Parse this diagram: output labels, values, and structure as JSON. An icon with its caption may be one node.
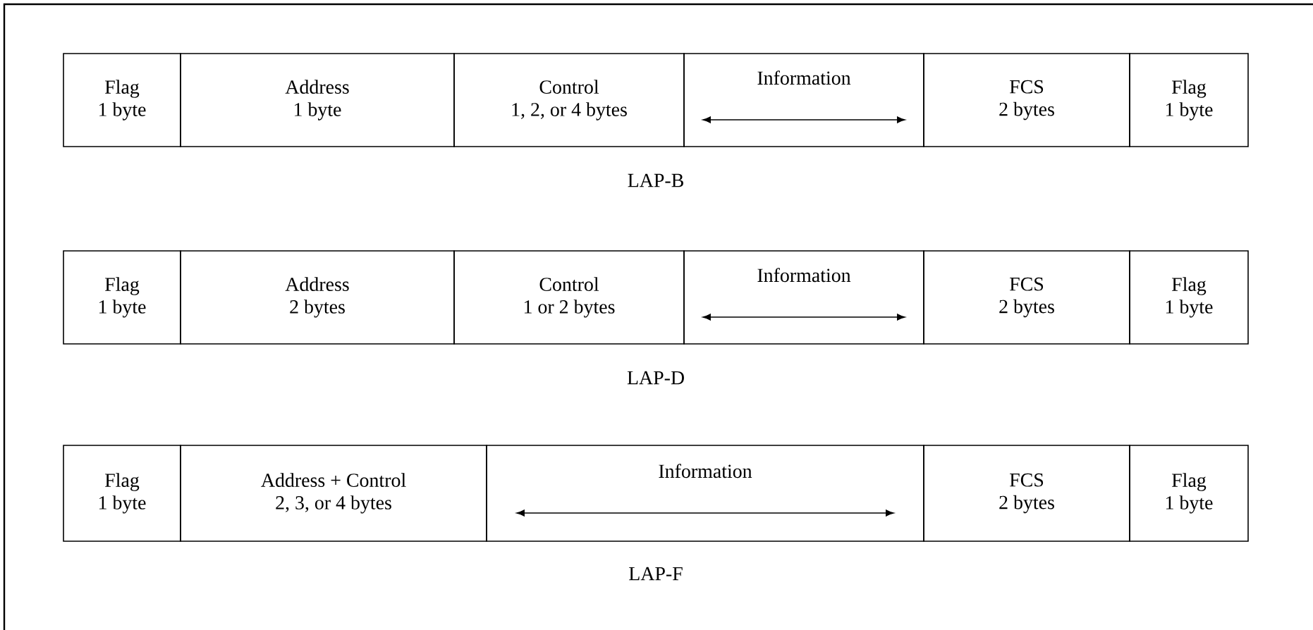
{
  "diagram": {
    "nodes": [
      {
        "text": [
          "Flag",
          "1 byte"
        ]
      },
      {
        "text": [
          "Address",
          "1 byte"
        ]
      },
      {
        "text": [
          "Control",
          "1, 2, or 4 bytes"
        ]
      },
      {
        "text": [
          "Information"
        ]
      },
      {
        "text": [
          "FCS",
          "2 bytes"
        ]
      },
      {
        "text": [
          "Flag",
          "1 byte"
        ]
      },
      {
        "text": [
          "Flag",
          "1 byte"
        ]
      },
      {
        "text": [
          "Address",
          "2 bytes"
        ]
      },
      {
        "text": [
          "Control",
          "1 or 2 bytes"
        ]
      },
      {
        "text": [
          "Information"
        ]
      },
      {
        "text": [
          "FCS",
          "2 bytes"
        ]
      },
      {
        "text": [
          "Flag",
          "1 byte"
        ]
      },
      {
        "text": [
          "Flag",
          "1 byte"
        ]
      },
      {
        "text": [
          "Address + Control",
          "2, 3, or 4 bytes"
        ]
      },
      {
        "text": [
          "Information"
        ]
      },
      {
        "text": [
          "FCS",
          "2 bytes"
        ]
      },
      {
        "text": [
          "Flag",
          "1 byte"
        ]
      }
    ],
    "labels": [
      "LAP-B",
      "LAP-D",
      "LAP-F"
    ]
  }
}
